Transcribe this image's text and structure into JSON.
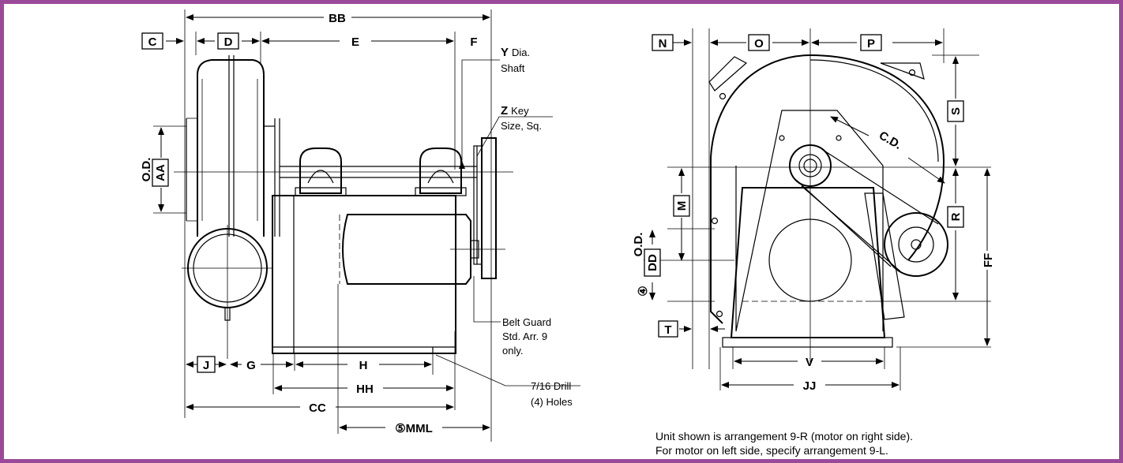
{
  "left_view": {
    "dims": {
      "bb": "BB",
      "c": "C",
      "d": "D",
      "e": "E",
      "f": "F",
      "od": "O.D.",
      "aa": "AA",
      "j": "J",
      "g": "G",
      "h": "H",
      "hh": "HH",
      "cc": "CC",
      "mml": "⑤MML"
    },
    "callouts": {
      "y_letter": "Y",
      "y_rest": "Dia.",
      "y_line2": "Shaft",
      "z_letter": "Z",
      "z_rest": "Key",
      "z_line2": "Size, Sq.",
      "belt_guard_1": "Belt Guard",
      "belt_guard_2": "Std. Arr. 9",
      "belt_guard_3": "only.",
      "drill_1": "7/16 Drill",
      "drill_2": "(4) Holes"
    }
  },
  "right_view": {
    "dims": {
      "n": "N",
      "o": "O",
      "p": "P",
      "s": "S",
      "cd": "C.D.",
      "m": "M",
      "r": "R",
      "od": "O.D.",
      "dd": "DD",
      "note4": "④",
      "ff": "FF",
      "t": "T",
      "v": "V",
      "jj": "JJ"
    }
  },
  "note": {
    "line1": "Unit shown is arrangement 9-R (motor on right side).",
    "line2": "For motor on left side, specify arrangement 9-L."
  },
  "colors": {
    "border": "#9b4a9a"
  }
}
